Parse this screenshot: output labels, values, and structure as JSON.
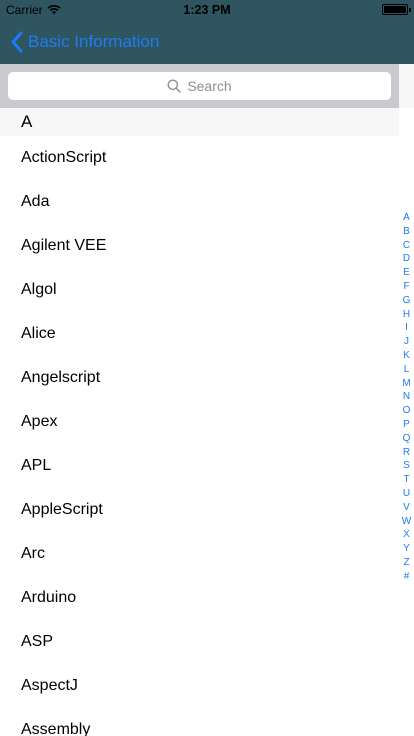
{
  "status_bar": {
    "carrier": "Carrier",
    "time": "1:23 PM",
    "wifi_icon": "wifi-icon",
    "battery_icon": "battery-icon"
  },
  "nav_bar": {
    "back_label": "Basic Information",
    "back_icon": "chevron-left-icon",
    "background_color": "#2f5561",
    "tint_color": "#1d7cf2"
  },
  "search": {
    "placeholder": "Search",
    "icon": "search-icon"
  },
  "section": {
    "title": "A",
    "items": [
      "ActionScript",
      "Ada",
      "Agilent VEE",
      "Algol",
      "Alice",
      "Angelscript",
      "Apex",
      "APL",
      "AppleScript",
      "Arc",
      "Arduino",
      "ASP",
      "AspectJ",
      "Assembly"
    ]
  },
  "index_letters": [
    "A",
    "B",
    "C",
    "D",
    "E",
    "F",
    "G",
    "H",
    "I",
    "J",
    "K",
    "L",
    "M",
    "N",
    "O",
    "P",
    "Q",
    "R",
    "S",
    "T",
    "U",
    "V",
    "W",
    "X",
    "Y",
    "Z",
    "#"
  ]
}
